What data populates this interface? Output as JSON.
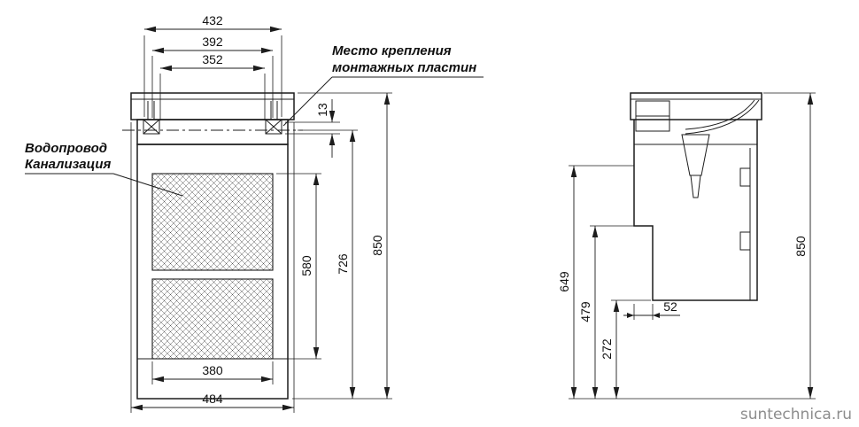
{
  "watermark": "suntechnica.ru",
  "front": {
    "dims": {
      "d432": "432",
      "d392": "392",
      "d352": "352",
      "d13": "13",
      "d580": "580",
      "d726": "726",
      "d850": "850",
      "d380": "380",
      "d484": "484"
    },
    "labels": {
      "mounting1": "Место крепления",
      "mounting2": "монтажных пластин",
      "water1": "Водопровод",
      "water2": "Канализация"
    }
  },
  "side": {
    "dims": {
      "d649": "649",
      "d479": "479",
      "d272": "272",
      "d52": "52",
      "d850": "850"
    }
  }
}
